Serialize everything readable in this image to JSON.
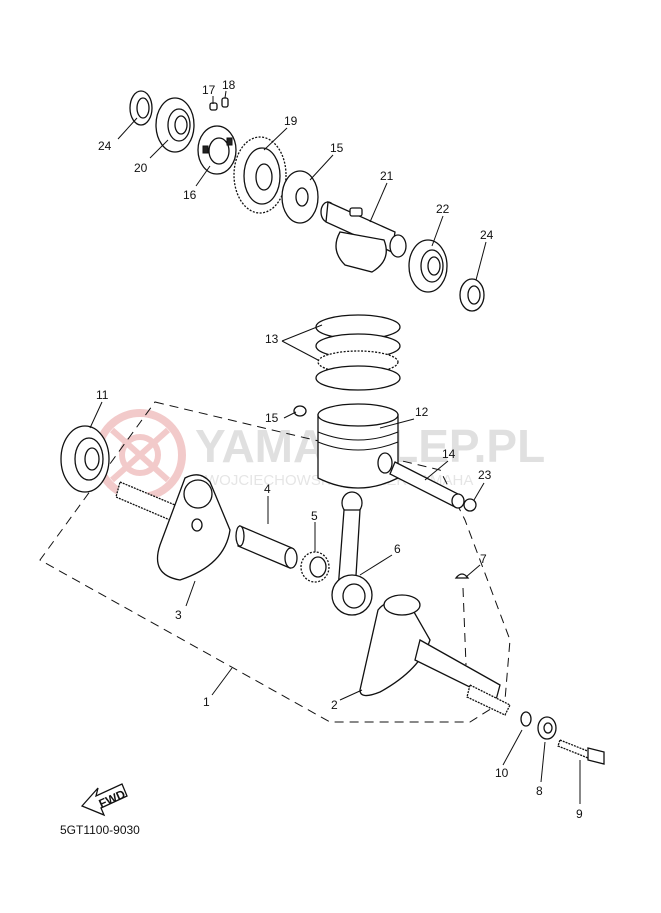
{
  "diagram_code": "5GT1100-9030",
  "direction_arrow_label": "FWD",
  "watermark": {
    "brand": "YAMASKLEP.PL",
    "subtitle": "WOJCIECHOWSKI | DEALER YAMAHA",
    "color": "#e8a0a0"
  },
  "callouts": [
    {
      "id": "c1",
      "text": "1"
    },
    {
      "id": "c2",
      "text": "2"
    },
    {
      "id": "c3",
      "text": "3"
    },
    {
      "id": "c4",
      "text": "4"
    },
    {
      "id": "c5",
      "text": "5"
    },
    {
      "id": "c6",
      "text": "6"
    },
    {
      "id": "c7",
      "text": "7"
    },
    {
      "id": "c8",
      "text": "8"
    },
    {
      "id": "c9",
      "text": "9"
    },
    {
      "id": "c10",
      "text": "10"
    },
    {
      "id": "c11",
      "text": "11"
    },
    {
      "id": "c12",
      "text": "12"
    },
    {
      "id": "c13",
      "text": "13"
    },
    {
      "id": "c14",
      "text": "14"
    },
    {
      "id": "c15a",
      "text": "15"
    },
    {
      "id": "c15b",
      "text": "15"
    },
    {
      "id": "c16",
      "text": "16"
    },
    {
      "id": "c17",
      "text": "17"
    },
    {
      "id": "c18",
      "text": "18"
    },
    {
      "id": "c19",
      "text": "19"
    },
    {
      "id": "c20",
      "text": "20"
    },
    {
      "id": "c21",
      "text": "21"
    },
    {
      "id": "c22",
      "text": "22"
    },
    {
      "id": "c23",
      "text": "23"
    },
    {
      "id": "c24a",
      "text": "24"
    },
    {
      "id": "c24b",
      "text": "24"
    }
  ]
}
